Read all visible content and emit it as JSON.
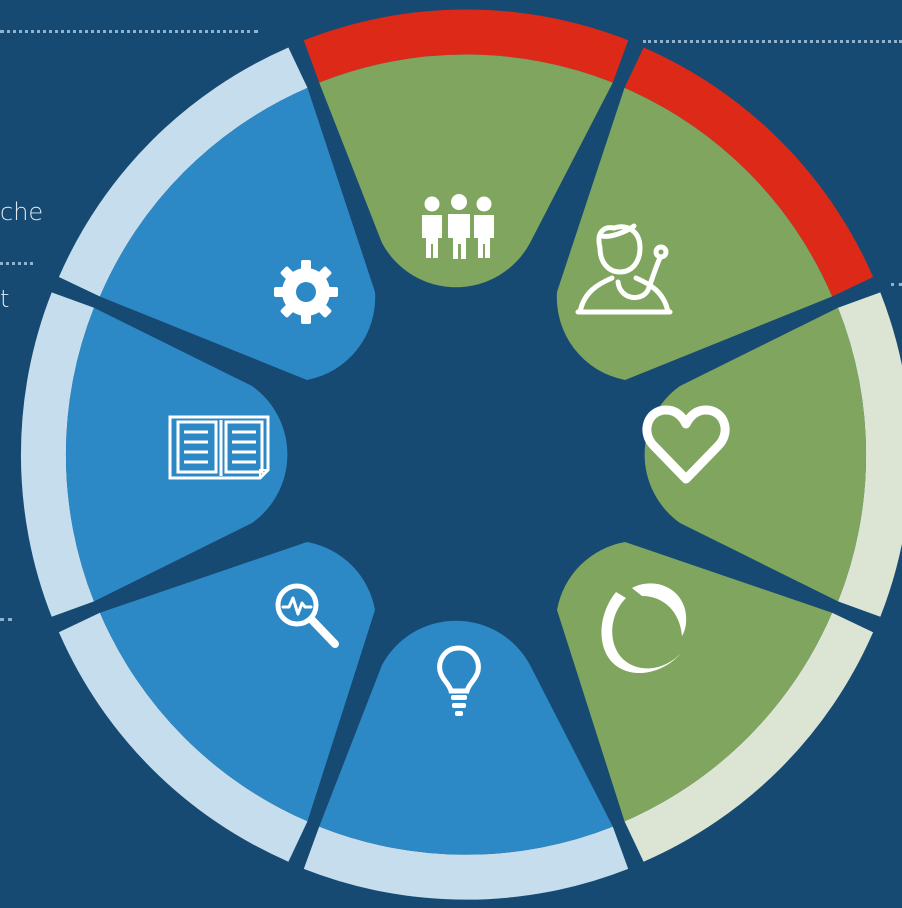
{
  "left_text": {
    "line1": "che",
    "line2": "t"
  },
  "colors": {
    "background": "#164a72",
    "segment_blue": "#2d88c6",
    "segment_green": "#80a55e",
    "rim_light_blue": "#c6dded",
    "rim_light_green": "#dce5d4",
    "rim_red": "#dd2a18",
    "icon": "#ffffff"
  },
  "segments": [
    {
      "icon": "people-group-icon",
      "color": "green",
      "rim": "red"
    },
    {
      "icon": "doctor-stethoscope-icon",
      "color": "green",
      "rim": "red"
    },
    {
      "icon": "heart-icon",
      "color": "green",
      "rim": "light-green"
    },
    {
      "icon": "refresh-cycle-icon",
      "color": "green",
      "rim": "light-green"
    },
    {
      "icon": "lightbulb-icon",
      "color": "blue",
      "rim": "light-blue"
    },
    {
      "icon": "magnifier-pulse-icon",
      "color": "blue",
      "rim": "light-blue"
    },
    {
      "icon": "open-book-icon",
      "color": "blue",
      "rim": "light-blue"
    },
    {
      "icon": "gear-icon",
      "color": "blue",
      "rim": "light-blue"
    }
  ]
}
